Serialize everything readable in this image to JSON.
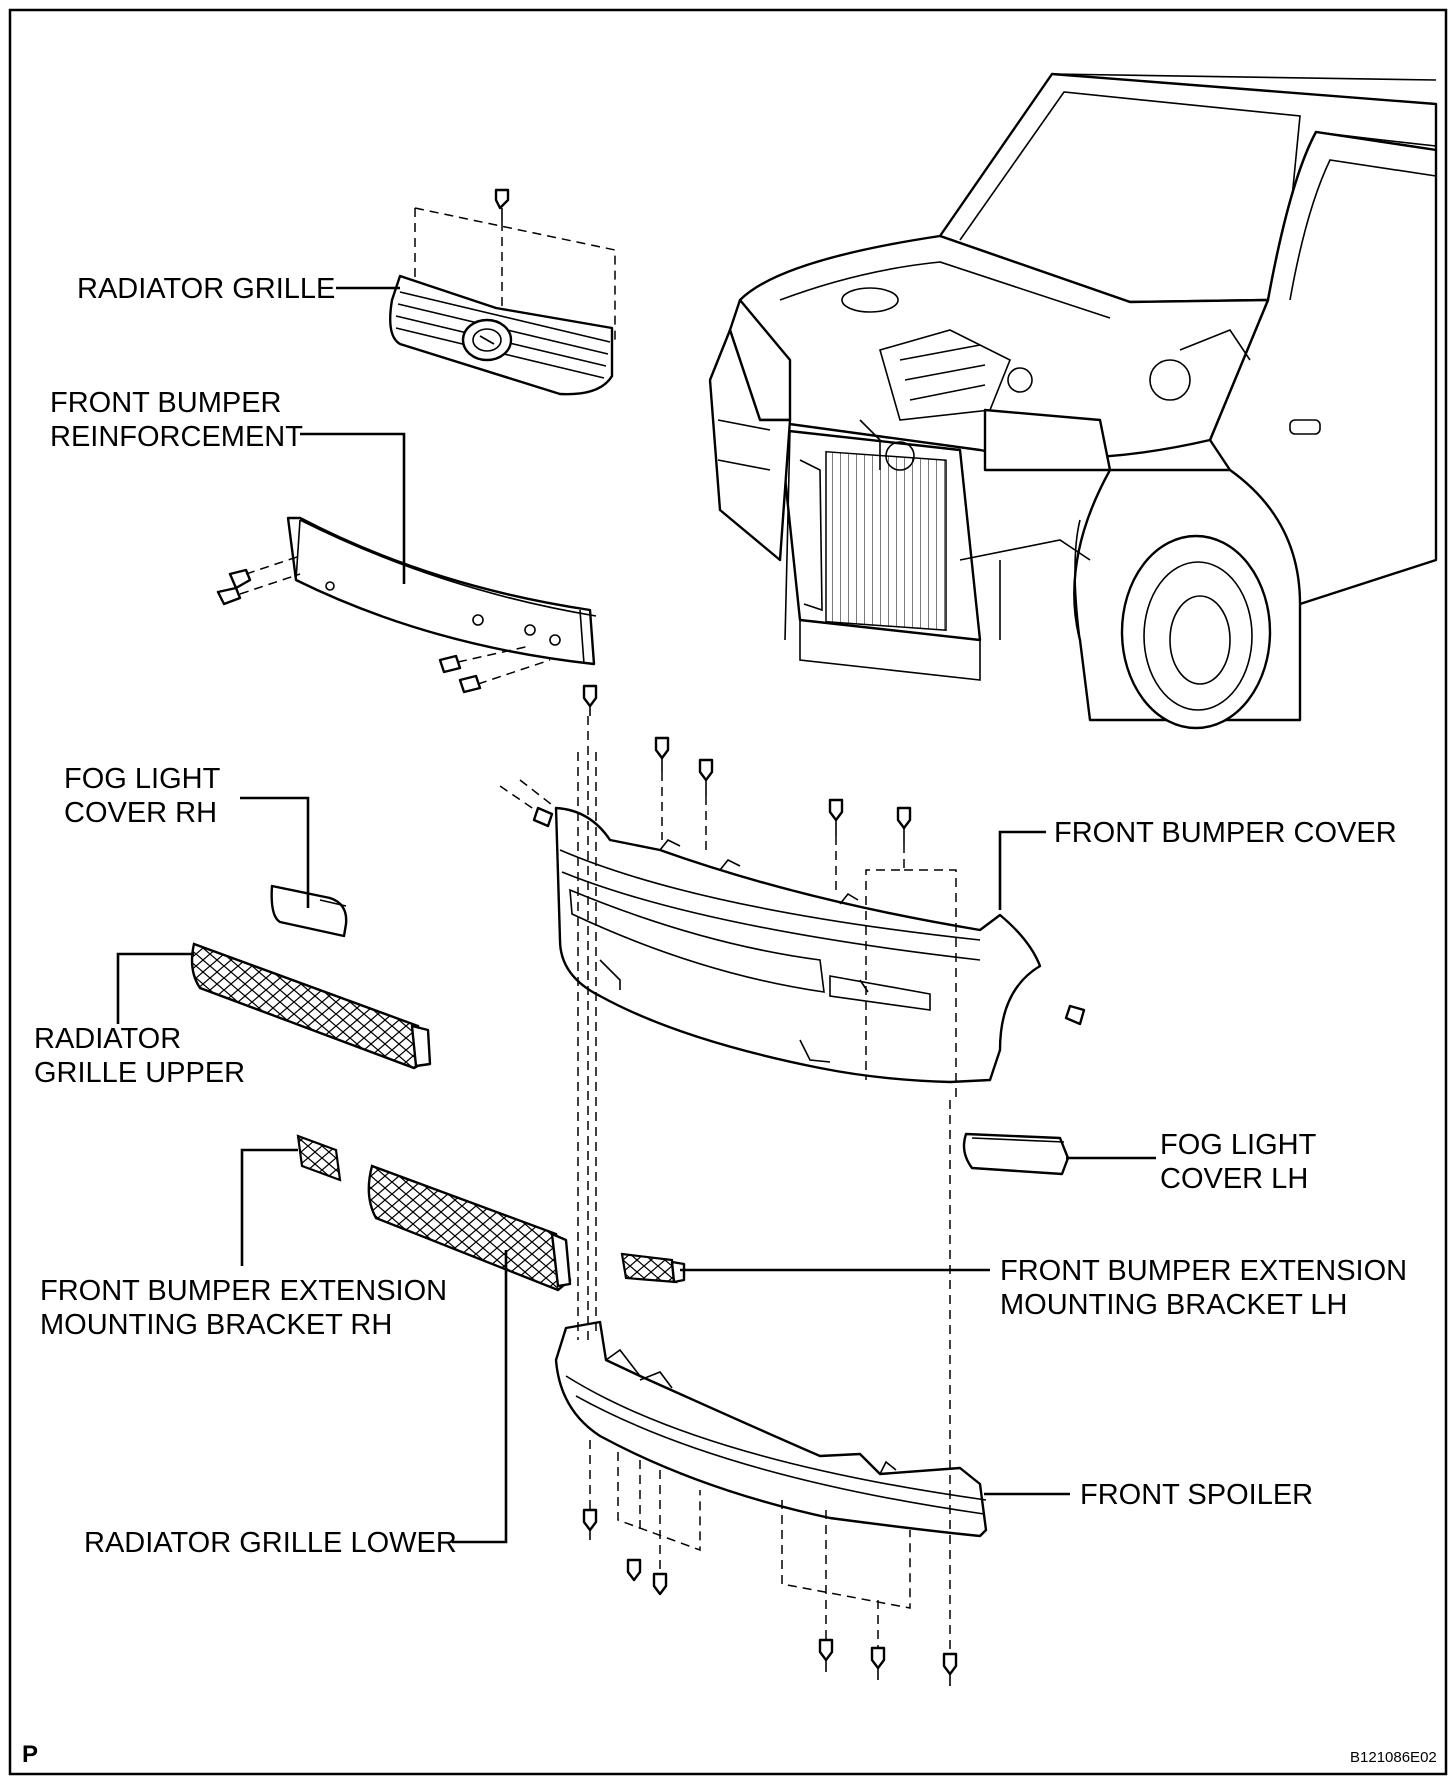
{
  "diagram": {
    "labels": {
      "radiator_grille": "RADIATOR GRILLE",
      "reinforcement_l1": "FRONT BUMPER",
      "reinforcement_l2": "REINFORCEMENT",
      "fog_rh_l1": "FOG LIGHT",
      "fog_rh_l2": "COVER RH",
      "front_bumper_cover": "FRONT BUMPER COVER",
      "grille_upper_l1": "RADIATOR",
      "grille_upper_l2": "GRILLE UPPER",
      "fog_lh_l1": "FOG LIGHT",
      "fog_lh_l2": "COVER LH",
      "ext_rh_l1": "FRONT BUMPER EXTENSION",
      "ext_rh_l2": "MOUNTING BRACKET RH",
      "ext_lh_l1": "FRONT BUMPER EXTENSION",
      "ext_lh_l2": "MOUNTING BRACKET LH",
      "grille_lower": "RADIATOR GRILLE LOWER",
      "front_spoiler": "FRONT SPOILER"
    },
    "corner_mark": "P",
    "figure_code": "B121086E02"
  }
}
